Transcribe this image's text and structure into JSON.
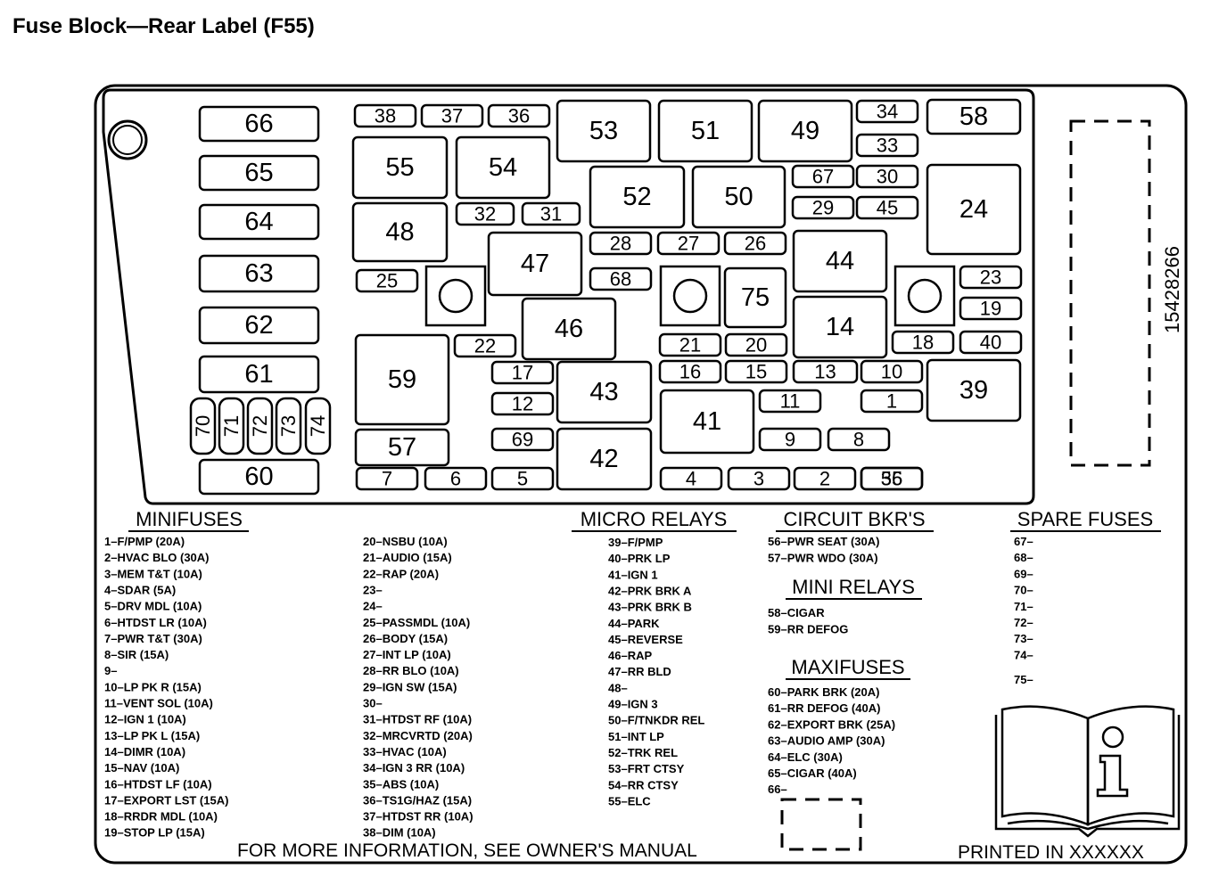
{
  "title": "Fuse Block—Rear Label (F55)",
  "part_number": "15428266",
  "fuses": [
    "66",
    "65",
    "64",
    "63",
    "62",
    "61",
    "70",
    "71",
    "72",
    "73",
    "74",
    "60",
    "38",
    "37",
    "36",
    "55",
    "54",
    "48",
    "32",
    "31",
    "25",
    "59",
    "57",
    "7",
    "6",
    "5",
    "53",
    "51",
    "49",
    "52",
    "50",
    "47",
    "28",
    "27",
    "26",
    "68",
    "46",
    "22",
    "17",
    "12",
    "69",
    "43",
    "42",
    "75",
    "21",
    "20",
    "16",
    "15",
    "41",
    "11",
    "9",
    "8",
    "4",
    "3",
    "2",
    "35",
    "34",
    "33",
    "67",
    "30",
    "29",
    "45",
    "44",
    "14",
    "13",
    "10",
    "1",
    "56",
    "58",
    "24",
    "23",
    "19",
    "18",
    "40",
    "39"
  ],
  "sections": {
    "minifuses": {
      "heading": "MINIFUSES",
      "col1": [
        "1–F/PMP (20A)",
        "2–HVAC BLO (30A)",
        "3–MEM T&T (10A)",
        "4–SDAR (5A)",
        "5–DRV MDL (10A)",
        "6–HTDST LR (10A)",
        "7–PWR T&T (30A)",
        "8–SIR (15A)",
        "9–",
        "10–LP PK R (15A)",
        "11–VENT SOL (10A)",
        "12–IGN 1 (10A)",
        "13–LP PK L (15A)",
        "14–DIMR (10A)",
        "15–NAV (10A)",
        "16–HTDST LF (10A)",
        "17–EXPORT LST (15A)",
        "18–RRDR MDL (10A)",
        "19–STOP LP (15A)"
      ],
      "col2": [
        "20–NSBU (10A)",
        "21–AUDIO (15A)",
        "22–RAP (20A)",
        "23–",
        "24–",
        "25–PASSMDL (10A)",
        "26–BODY (15A)",
        "27–INT LP (10A)",
        "28–RR BLO (10A)",
        "29–IGN SW (15A)",
        "30–",
        "31–HTDST RF (10A)",
        "32–MRCVRTD (20A)",
        "33–HVAC (10A)",
        "34–IGN 3 RR (10A)",
        "35–ABS (10A)",
        "36–TS1G/HAZ (15A)",
        "37–HTDST RR (10A)",
        "38–DIM (10A)"
      ]
    },
    "micro_relays": {
      "heading": "MICRO RELAYS",
      "items": [
        "39–F/PMP",
        "40–PRK LP",
        "41–IGN 1",
        "42–PRK BRK A",
        "43–PRK BRK B",
        "44–PARK",
        "45–REVERSE",
        "46–RAP",
        "47–RR BLD",
        "48–",
        "49–IGN 3",
        "50–F/TNKDR REL",
        "51–INT LP",
        "52–TRK REL",
        "53–FRT CTSY",
        "54–RR CTSY",
        "55–ELC"
      ]
    },
    "circuit_bkrs": {
      "heading": "CIRCUIT BKR'S",
      "items": [
        "56–PWR SEAT (30A)",
        "57–PWR WDO (30A)"
      ]
    },
    "mini_relays": {
      "heading": "MINI RELAYS",
      "items": [
        "58–CIGAR",
        "59–RR DEFOG"
      ]
    },
    "maxifuses": {
      "heading": "MAXIFUSES",
      "items": [
        "60–PARK BRK (20A)",
        "61–RR DEFOG (40A)",
        "62–EXPORT BRK (25A)",
        "63–AUDIO AMP (30A)",
        "64–ELC (30A)",
        "65–CIGAR (40A)",
        "66–"
      ]
    },
    "spare_fuses": {
      "heading": "SPARE FUSES",
      "items": [
        "67–",
        "68–",
        "69–",
        "70–",
        "71–",
        "72–",
        "73–",
        "74–",
        "75–"
      ]
    }
  },
  "footer": {
    "info": "FOR MORE INFORMATION, SEE OWNER'S MANUAL",
    "printed": "PRINTED IN XXXXXX"
  },
  "info_icon_letter": "i"
}
